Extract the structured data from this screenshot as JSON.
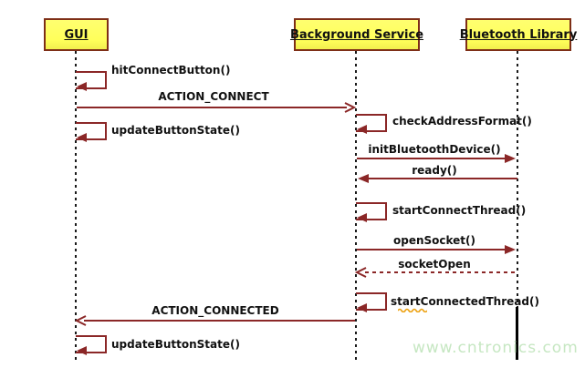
{
  "diagram": {
    "type": "uml-sequence-diagram",
    "participants": [
      {
        "label": "GUI"
      },
      {
        "label": "Background Service"
      },
      {
        "label": "Bluetooth Library"
      }
    ],
    "messages": [
      {
        "label": "hitConnectButton()",
        "from": "GUI",
        "to": "GUI",
        "kind": "self"
      },
      {
        "label": "ACTION_CONNECT",
        "from": "GUI",
        "to": "Background Service",
        "kind": "async-open-arrow"
      },
      {
        "label": "updateButtonState()",
        "from": "GUI",
        "to": "GUI",
        "kind": "self"
      },
      {
        "label": "checkAddressFormat()",
        "from": "Background Service",
        "to": "Background Service",
        "kind": "self"
      },
      {
        "label": "initBluetoothDevice()",
        "from": "Background Service",
        "to": "Bluetooth Library",
        "kind": "sync-filled-arrow"
      },
      {
        "label": "ready()",
        "from": "Bluetooth Library",
        "to": "Background Service",
        "kind": "sync-filled-arrow"
      },
      {
        "label": "startConnectThread()",
        "from": "Background Service",
        "to": "Background Service",
        "kind": "self"
      },
      {
        "label": "openSocket()",
        "from": "Background Service",
        "to": "Bluetooth Library",
        "kind": "sync-filled-arrow"
      },
      {
        "label": "socketOpen",
        "from": "Bluetooth Library",
        "to": "Background Service",
        "kind": "return-dashed-open-arrow"
      },
      {
        "label": "startConnectedThread()",
        "from": "Background Service",
        "to": "Background Service",
        "kind": "self"
      },
      {
        "label": "ACTION_CONNECTED",
        "from": "Background Service",
        "to": "GUI",
        "kind": "async-open-arrow"
      },
      {
        "label": "updateButtonState()",
        "from": "GUI",
        "to": "GUI",
        "kind": "self"
      }
    ],
    "watermark": "www.cntronics.com",
    "colors": {
      "box_fill": "#ffff63",
      "box_border": "#7e2f17",
      "message_line": "#8b2727",
      "lifeline": "#1a1a1a",
      "text": "#111111",
      "watermark": "#c6e7c2",
      "spellcheck_underline": "#eda212"
    }
  }
}
